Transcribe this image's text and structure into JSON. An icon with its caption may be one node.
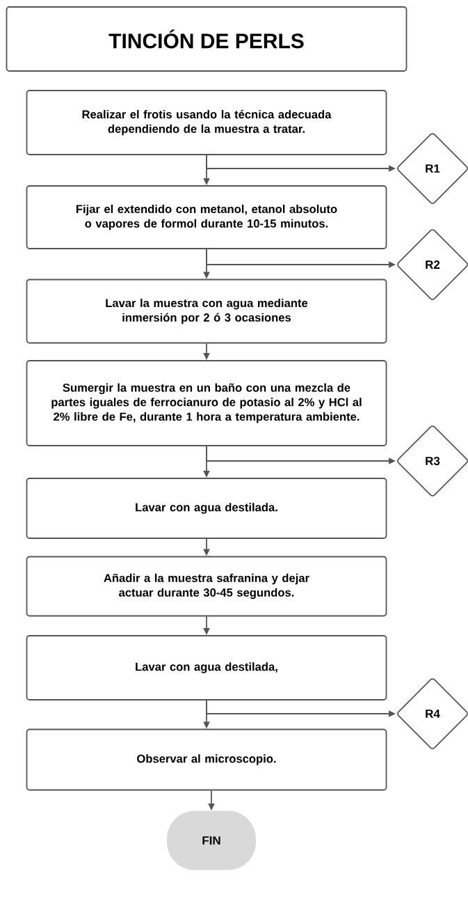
{
  "diagram": {
    "nodes": [
      {
        "text": [
          "TINCIÓN DE PERLS"
        ]
      },
      {
        "text": [
          "Realizar el frotis usando la técnica adecuada dependiendo de la muestra a tratar."
        ]
      },
      {
        "text": [
          "R1"
        ]
      },
      {
        "text": [
          "Fijar el extendido con metanol, etanol absoluto o vapores de formol durante 10-15 minutos."
        ]
      },
      {
        "text": [
          "R2"
        ]
      },
      {
        "text": [
          "Lavar la muestra con agua mediante inmersión por 2 ó 3 ocasiones"
        ]
      },
      {
        "text": [
          "Sumergir la muestra en un baño con una mezcla de partes iguales de ferrocianuro de potasio al 2% y HCl al 2% libre de Fe, durante 1 hora a temperatura ambiente."
        ]
      },
      {
        "text": [
          "R3"
        ]
      },
      {
        "text": [
          "Lavar con agua destilada."
        ]
      },
      {
        "text": [
          "Añadir a la muestra safranina y dejar actuar durante 30-45 segundos."
        ]
      },
      {
        "text": [
          "Lavar con agua destilada,"
        ]
      },
      {
        "text": [
          "R4"
        ]
      },
      {
        "text": [
          "Observar al microscopio."
        ]
      },
      {
        "text": [
          "FIN"
        ]
      }
    ],
    "edges": [
      {
        "from": 1,
        "to": 2,
        "arrow": "to"
      },
      {
        "from": 1,
        "to": 3,
        "arrow": "to"
      },
      {
        "from": 3,
        "to": 4,
        "arrow": "to"
      },
      {
        "from": 3,
        "to": 5,
        "arrow": "to"
      },
      {
        "from": 5,
        "to": 6,
        "arrow": "to"
      },
      {
        "from": 6,
        "to": 7,
        "arrow": "to"
      },
      {
        "from": 6,
        "to": 8,
        "arrow": "to"
      },
      {
        "from": 8,
        "to": 9,
        "arrow": "to"
      },
      {
        "from": 9,
        "to": 10,
        "arrow": "to"
      },
      {
        "from": 10,
        "to": 11,
        "arrow": "to"
      },
      {
        "from": 10,
        "to": 12,
        "arrow": "to"
      },
      {
        "from": 12,
        "to": 13,
        "arrow": "to"
      }
    ]
  }
}
